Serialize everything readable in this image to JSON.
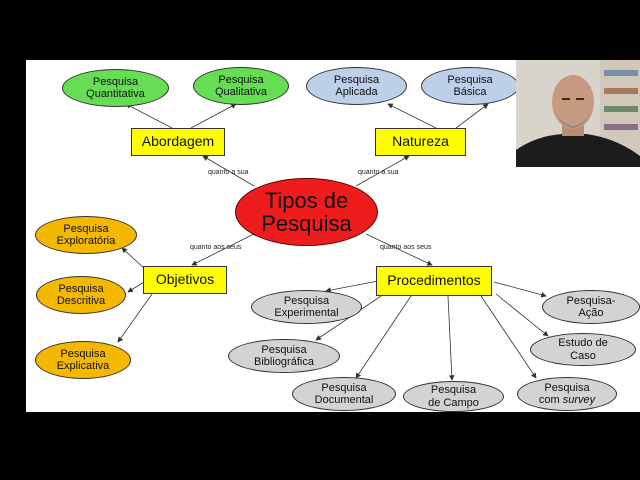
{
  "diagram": {
    "root": {
      "line1": "Tipos de",
      "line2": "Pesquisa"
    },
    "categories": {
      "abordagem": "Abordagem",
      "natureza": "Natureza",
      "objetivos": "Objetivos",
      "procedimentos": "Procedimentos"
    },
    "edge_labels": {
      "abordagem": "quanto a sua",
      "natureza": "quanto a sua",
      "objetivos": "quanto aos seus",
      "procedimentos": "quanto aos seus"
    },
    "abordagem_items": [
      {
        "line1": "Pesquisa",
        "line2": "Quantitativa"
      },
      {
        "line1": "Pesquisa",
        "line2": "Qualitativa"
      }
    ],
    "natureza_items": [
      {
        "line1": "Pesquisa",
        "line2": "Aplicada"
      },
      {
        "line1": "Pesquisa",
        "line2": "Básica"
      }
    ],
    "objetivos_items": [
      {
        "line1": "Pesquisa",
        "line2": "Exploratória"
      },
      {
        "line1": "Pesquisa",
        "line2": "Descritiva"
      },
      {
        "line1": "Pesquisa",
        "line2": "Explicativa"
      }
    ],
    "procedimentos_items": [
      {
        "line1": "Pesquisa",
        "line2": "Experimental"
      },
      {
        "line1": "Pesquisa",
        "line2": "Bibliográfica"
      },
      {
        "line1": "Pesquisa",
        "line2": "Documental"
      },
      {
        "line1": "Pesquisa",
        "line2": "de Campo"
      },
      {
        "line1": "Pesquisa",
        "line2a": "com ",
        "line2b": "survey"
      },
      {
        "line1": "Estudo de",
        "line2": "Caso"
      },
      {
        "line1": "Pesquisa-",
        "line2": "Ação"
      }
    ]
  },
  "colors": {
    "root": "#ee1c1c",
    "category": "#ffff00",
    "abordagem": "#66dd55",
    "natureza": "#bcd0ea",
    "objetivos": "#f5b800",
    "procedimentos": "#d3d3d3"
  }
}
